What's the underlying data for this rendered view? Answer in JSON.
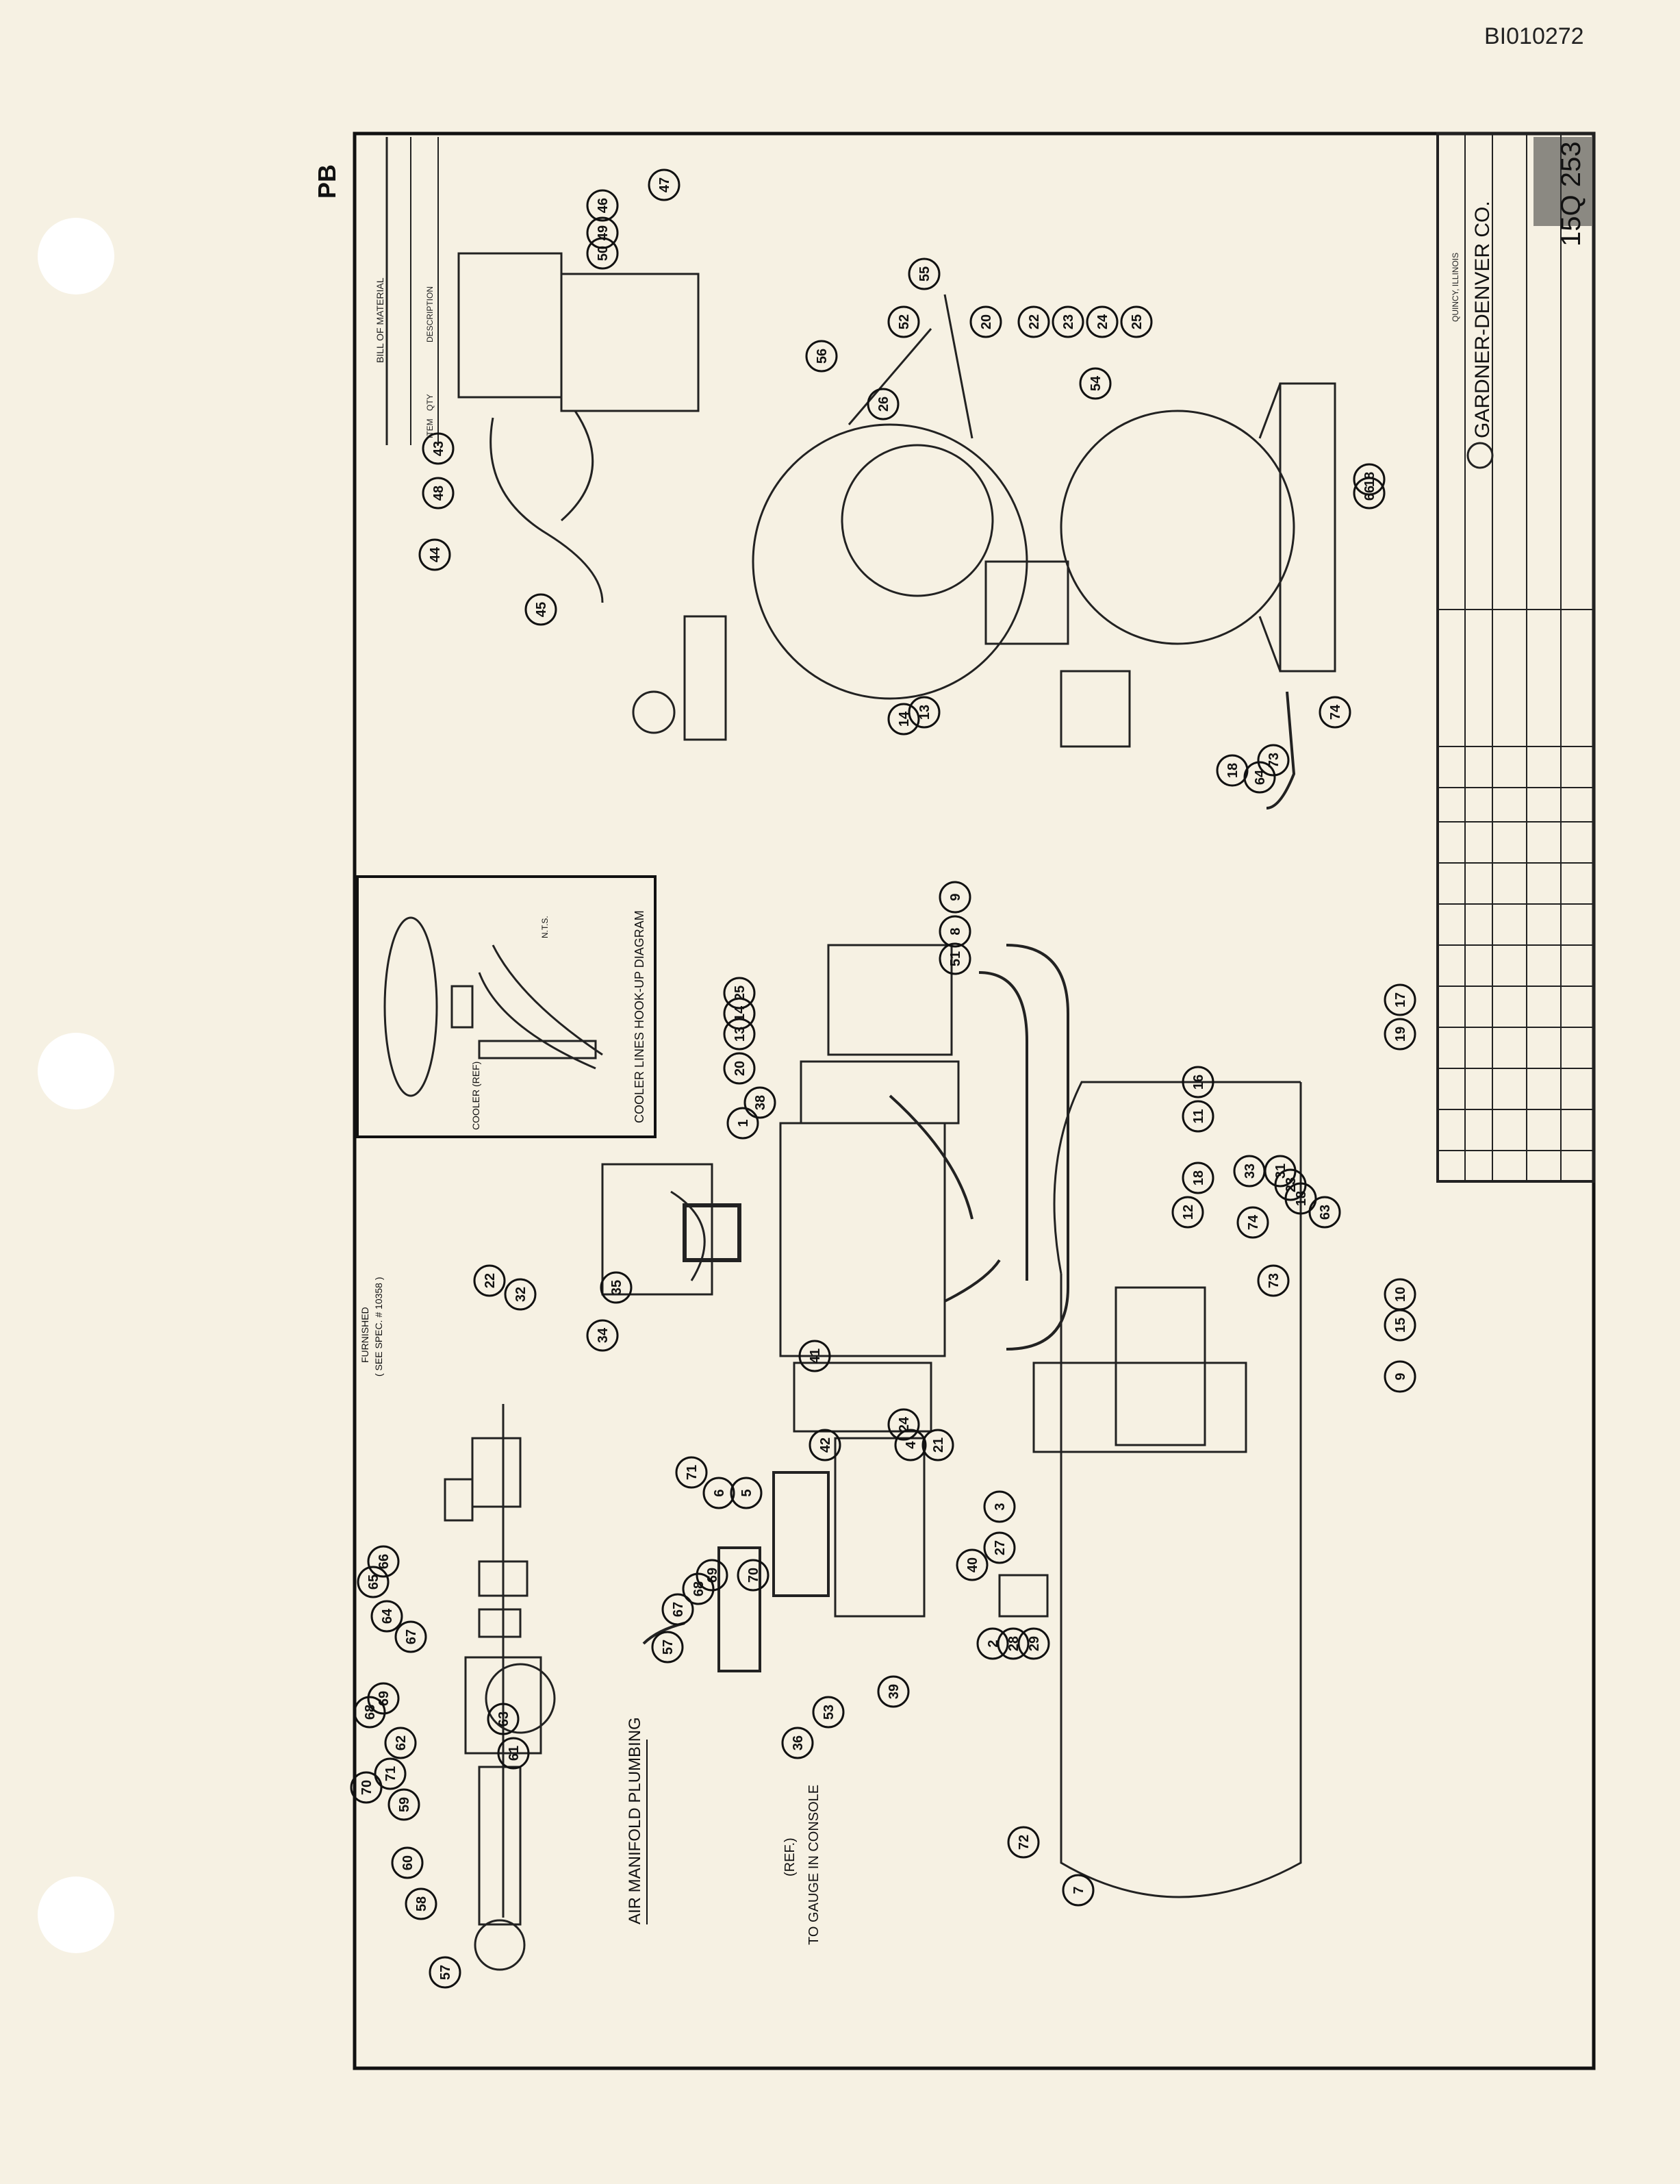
{
  "doc_id": "BI010272",
  "sheet_mark": "PB",
  "company": "GARDNER-DENVER CO.",
  "company_city": "QUINCY, ILLINOIS",
  "drawing_number": "15Q 253",
  "bom_heading": "BILL OF MATERIAL",
  "bom_cols": {
    "item": "ITEM",
    "qty": "QTY",
    "desc": "DESCRIPTION"
  },
  "labels": {
    "air_manifold": "AIR MANIFOLD PLUMBING",
    "cooler_diagram": "COOLER LINES HOOK-UP DIAGRAM",
    "to_gauge": "TO GAUGE IN CONSOLE",
    "ref": "(REF.)",
    "furnished": "FURNISHED",
    "see_spec": "( SEE SPEC. # 10358 )",
    "cooler_ref": "COOLER (REF)",
    "nts": "N.T.S."
  },
  "callouts_manifold": [
    "57",
    "58",
    "60",
    "59",
    "61",
    "70",
    "71",
    "62",
    "68",
    "69",
    "63",
    "67",
    "64",
    "65",
    "66"
  ],
  "callouts_main": [
    "7",
    "72",
    "36",
    "53",
    "39",
    "2",
    "28",
    "29",
    "57",
    "67",
    "68",
    "69",
    "70",
    "3",
    "6",
    "5",
    "71",
    "4",
    "21",
    "24",
    "42",
    "9",
    "15",
    "10",
    "41",
    "34",
    "35",
    "32",
    "22",
    "1",
    "38",
    "20",
    "13",
    "14",
    "25",
    "12",
    "18",
    "11",
    "16",
    "19",
    "17",
    "9",
    "8",
    "51",
    "73",
    "74",
    "18",
    "63",
    "33",
    "31",
    "23",
    "40",
    "27"
  ],
  "callouts_side": [
    "73",
    "74",
    "64",
    "18",
    "66",
    "18",
    "14",
    "13",
    "45",
    "44",
    "48",
    "43",
    "46",
    "49",
    "50",
    "47",
    "55",
    "56",
    "52",
    "26",
    "20",
    "22",
    "23",
    "24",
    "25",
    "54"
  ]
}
